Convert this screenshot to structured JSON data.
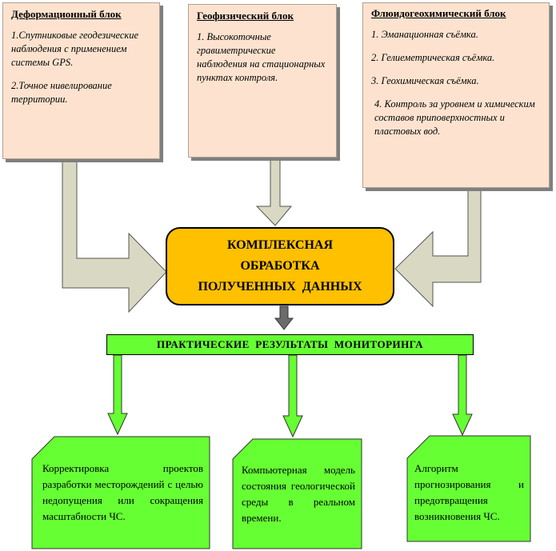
{
  "blocks": {
    "deformation": {
      "title": "Деформационный блок",
      "items": [
        "1.Спутниковые геодезические наблюдения с применением системы GPS.",
        "2.Точное нивелирование территории."
      ]
    },
    "geophysical": {
      "title": "Геофизический блок",
      "items": [
        "1. Высокоточные гравиметрические наблюдения на стационарных пунктах контроля."
      ]
    },
    "fluid": {
      "title": "Флюидогеохимический блок",
      "items": [
        "1. Эманационная съёмка.",
        "2. Гелиеметрическая съёмка.",
        "3. Геохимическая съёмка.",
        "4. Контроль за уровнем и химическим составов приповерхностных и пластовых вод."
      ]
    }
  },
  "center": {
    "line1": "КОМПЛЕКСНАЯ",
    "line2": "ОБРАБОТКА",
    "line3": "ПОЛУЧЕННЫХ  ДАННЫХ"
  },
  "results_bar": "ПРАКТИЧЕСКИЕ  РЕЗУЛЬТАТЫ  МОНИТОРИНГА",
  "results": [
    "Корректировка проектов разработки месторождений с целью недопущения или сокращения масштабности ЧС.",
    "Компьютерная модель состояния геологической среды в реальном времени.",
    "Алгоритм прогнозирования и предотвращения возникновения ЧС."
  ],
  "colors": {
    "top_box": "#fde3cf",
    "center": "#ffc000",
    "green": "#66ff33",
    "arrow_gray": "#d9d9c3"
  }
}
